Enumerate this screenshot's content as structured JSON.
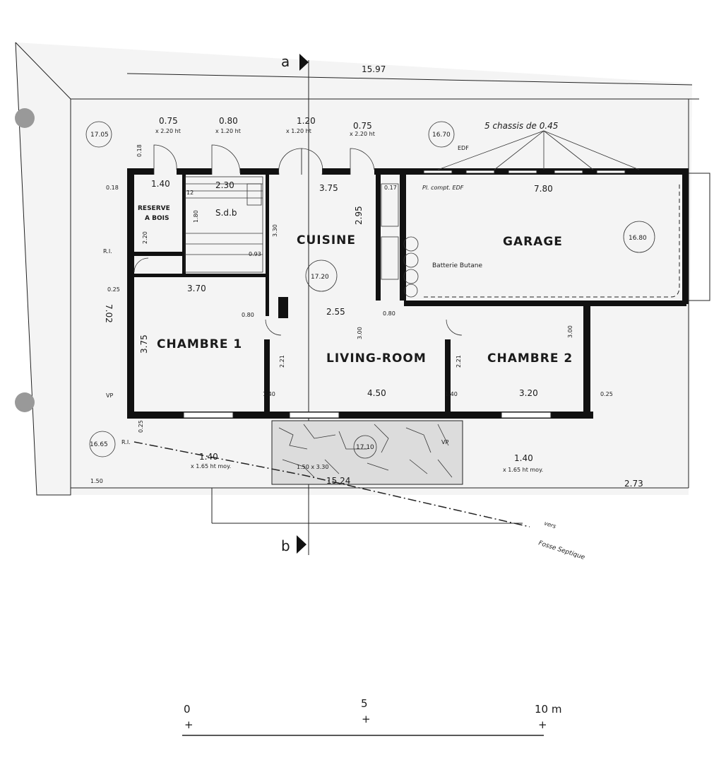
{
  "sections": {
    "a": "a",
    "b": "b"
  },
  "rooms": {
    "reserve": [
      "RESERVE",
      "A BOIS"
    ],
    "sdb": "S.d.b",
    "cuisine": "CUISINE",
    "garage": "GARAGE",
    "chambre1": "CHAMBRE 1",
    "living": "LIVING-ROOM",
    "chambre2": "CHAMBRE 2"
  },
  "levels": {
    "nw": "17.05",
    "ne": "16.70",
    "kitchen": "17.20",
    "garage": "16.80",
    "sw": "16.65",
    "terrace": "17.10"
  },
  "dims": {
    "overall_top": "15.97",
    "w075a": "0.75",
    "w075a_h": "x 2.20 ht",
    "w080": "0.80",
    "w080_h": "x 1.20 ht",
    "w120": "1.20",
    "w120_h": "x 1.20 ht",
    "w075b": "0.75",
    "w075b_h": "x 2.20 ht",
    "reserve_w": "1.40",
    "sdb_w": "2.30",
    "kitchen_w": "3.75",
    "garage_w": "7.80",
    "chassis": "5 chassis de 0.45",
    "edf": "EDF",
    "compteur": "Pl. compt. EDF",
    "batterie": "Batterie Butane",
    "ch1_w": "3.70",
    "ch1_h": "3.75",
    "total_h": "7.02",
    "living_top": "2.55",
    "living_w": "4.50",
    "living_h": "3.00",
    "ch2_w": "3.20",
    "ch2_h": "3.00",
    "kitchen_h": "2.95",
    "reserve_h": "2.20",
    "sdb_h": "3.30",
    "sdb_side": "1.80",
    "w140a": "1.40",
    "w140a_h": "x 1.65 ht moy.",
    "w140b": "1.40",
    "w140b_h": "x 1.65 ht moy.",
    "porch": "1.50 x 3.30",
    "bottom_total": "15.24",
    "bottom_left": "1.50",
    "bottom_right": "2.73",
    "d025a": "0.25",
    "d025b": "0.25",
    "d025c": "0.25",
    "d080a": "0.80",
    "d080b": "0.80",
    "d140a": "1.40",
    "d140b": "1.40",
    "d221a": "2.21",
    "d221b": "2.21",
    "d017": "0.17",
    "d018a": "0.18",
    "d018b": "0.18",
    "d093": "0.93",
    "d012": "12",
    "ri1": "R.I.",
    "ri2": "R.I.",
    "vp1": "VP",
    "vp2": "VP",
    "fosse": "Fosse Septique",
    "vers": "vers"
  },
  "scale_bar": {
    "labels": [
      "0",
      "5",
      "10 m"
    ],
    "ticks": [
      "+",
      "+",
      "+"
    ]
  }
}
